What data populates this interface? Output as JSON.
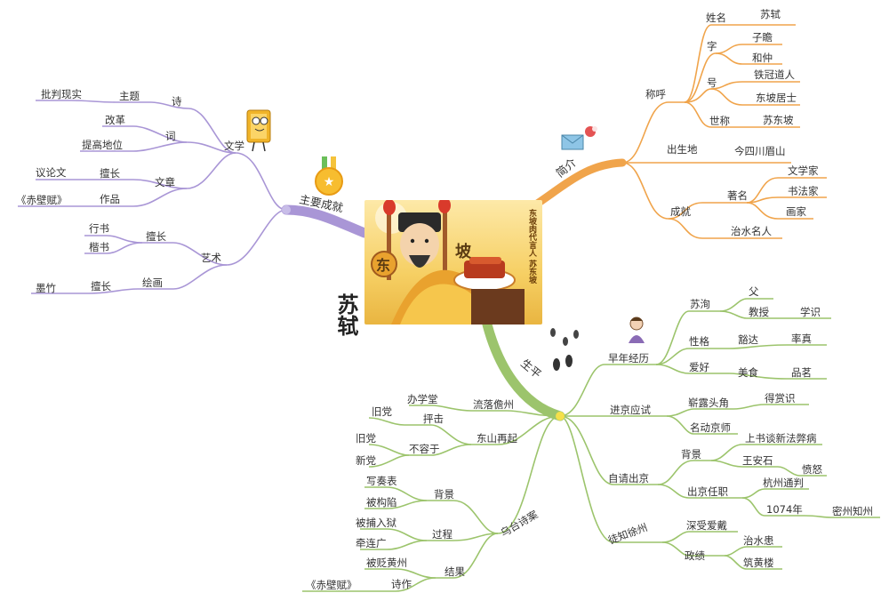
{
  "center": {
    "title": "苏轼",
    "image_text": [
      "东坡肉代言人",
      "苏东坡"
    ]
  },
  "colors": {
    "orange": "#f0a44b",
    "purple": "#a996d6",
    "green": "#9cc46c"
  },
  "nodes": {
    "intro": "简介",
    "chenghu": "称呼",
    "xingming": "姓名",
    "sushi": "苏轼",
    "zi": "字",
    "zizhan": "子瞻",
    "hezhong": "和仲",
    "hao": "号",
    "tieguan": "铁冠道人",
    "dongpo_jushi": "东坡居士",
    "shicheng": "世称",
    "sudongpo": "苏东坡",
    "birthplace": "出生地",
    "meishan": "今四川眉山",
    "chengjiu": "成就",
    "zhuming": "著名",
    "wenxuejia": "文学家",
    "shufajia": "书法家",
    "huajia": "画家",
    "zhishui_mingren": "治水名人",
    "achievements": "主要成就",
    "wenxue": "文学",
    "shi": "诗",
    "zhuti": "主题",
    "pipan": "批判现实",
    "ci": "词",
    "gaige": "改革",
    "tigao": "提高地位",
    "wenzhang": "文章",
    "shanchang1": "擅长",
    "yilunwen": "议论文",
    "zuopin1": "作品",
    "chibifu1": "《赤壁赋》",
    "yishu": "艺术",
    "shanchang2": "擅长",
    "xingshu": "行书",
    "kaishu": "楷书",
    "huihua": "绘画",
    "shanchang3": "擅长",
    "mozhu": "墨竹",
    "life": "生平",
    "zaonian": "早年经历",
    "suxun": "苏洵",
    "fu": "父",
    "jiaoshou": "教授",
    "xueshi": "学识",
    "xingge": "性格",
    "huoda": "豁达",
    "shuaizhen": "率真",
    "aihao": "爱好",
    "meishi": "美食",
    "pinming": "品茗",
    "jinjing": "进京应试",
    "zhanlu": "崭露头角",
    "deshang": "得赏识",
    "hedong": "名动京师",
    "ziqing": "自请出京",
    "beijing": "背景",
    "shangshu": "上书谈新法弊病",
    "wanganshi": "王安石",
    "fennu": "愤怒",
    "chujing_renzhi": "出京任职",
    "hangzhou": "杭州通判",
    "year1074": "1074年",
    "mizhou": "密州知州",
    "xuzhou": "徒知徐州",
    "shenshou": "深受爱戴",
    "zhengji": "政绩",
    "zhishuihuan": "治水患",
    "zhuhuanglou": "筑黄楼",
    "danzhou": "流落儋州",
    "banxuetang": "办学堂",
    "dongshan": "东山再起",
    "paiji": "抨击",
    "jiudang1": "旧党",
    "burongyu": "不容于",
    "jiudang2": "旧党",
    "xindang": "新党",
    "wutai": "乌台诗案",
    "beijing2": "背景",
    "xiezoubiao": "写奏表",
    "beigouxian": "被构陷",
    "guocheng": "过程",
    "beibu": "被捕入狱",
    "qianlian": "牵连广",
    "jieguo": "结果",
    "beibian": "被贬黄州",
    "shizuo": "诗作",
    "chibifu2": "《赤壁赋》"
  }
}
